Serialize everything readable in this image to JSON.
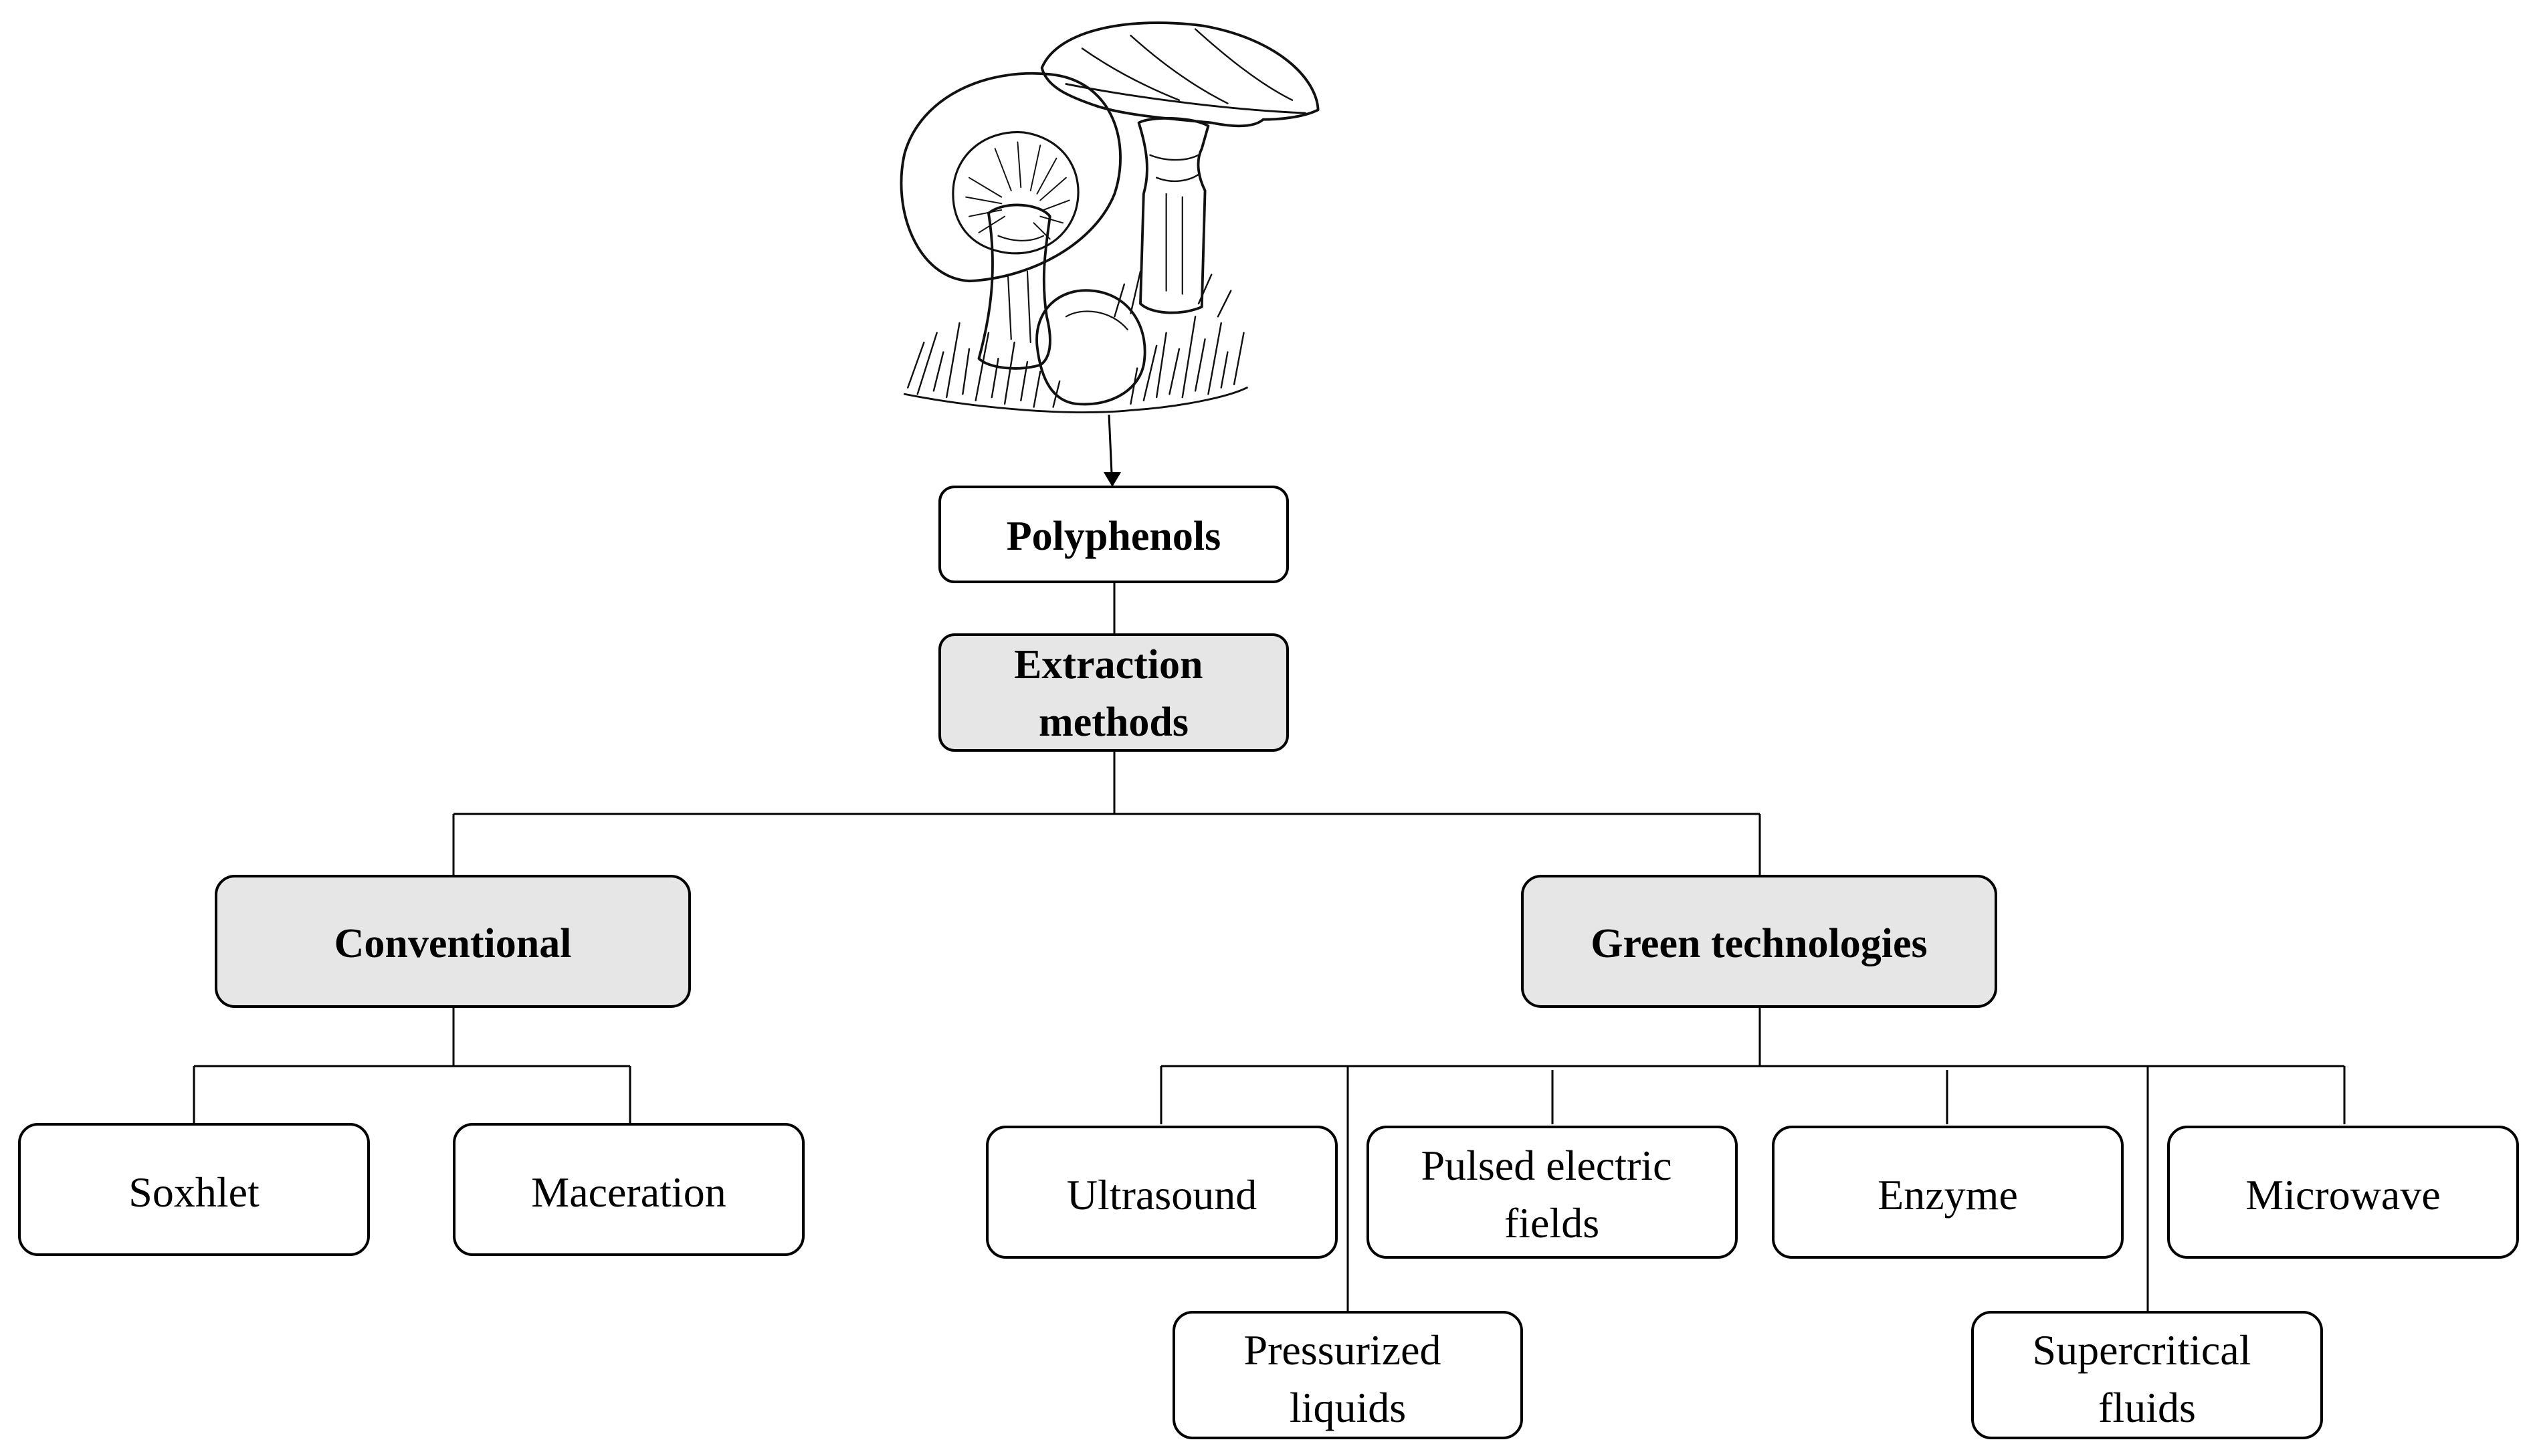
{
  "colors": {
    "box_fill_white": "#ffffff",
    "box_fill_grey": "#e6e6e6",
    "line": "#000000"
  },
  "illustration": {
    "icon": "mushroom-drawing"
  },
  "nodes": {
    "polyphenols": "Polyphenols",
    "extraction_methods": [
      "Extraction",
      "methods"
    ],
    "conventional": "Conventional",
    "green_technologies": "Green technologies",
    "soxhlet": "Soxhlet",
    "maceration": "Maceration",
    "ultrasound": "Ultrasound",
    "pulsed_electric_fields": [
      "Pulsed electric",
      "fields"
    ],
    "enzyme": "Enzyme",
    "microwave": "Microwave",
    "pressurized_liquids": [
      "Pressurized",
      "liquids"
    ],
    "supercritical_fluids": [
      "Supercritical",
      "fluids"
    ]
  }
}
